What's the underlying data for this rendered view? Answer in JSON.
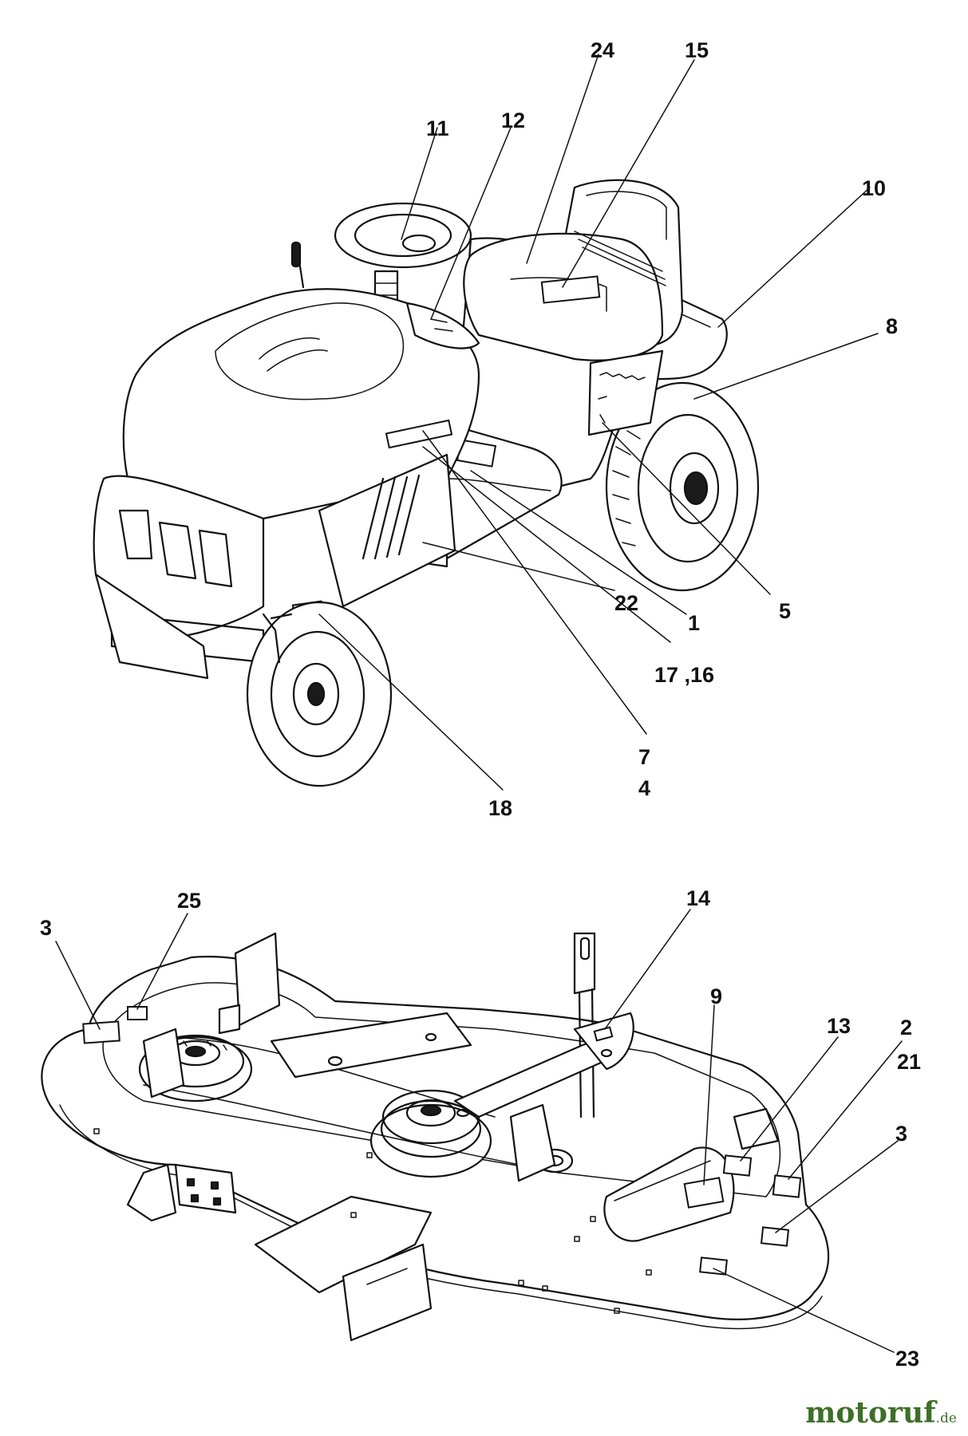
{
  "callouts": {
    "c24": "24",
    "c15": "15",
    "c11": "11",
    "c12": "12",
    "c10": "10",
    "c8": "8",
    "c22": "22",
    "c1": "1",
    "c5": "5",
    "c17_16": "17 ,16",
    "c7": "7",
    "c4": "4",
    "c18": "18",
    "c3a": "3",
    "c25": "25",
    "c14": "14",
    "c9": "9",
    "c13": "13",
    "c2": "2",
    "c21": "21",
    "c3b": "3",
    "c23": "23"
  },
  "watermark": {
    "main": "motoruf",
    "suffix": ".de"
  }
}
